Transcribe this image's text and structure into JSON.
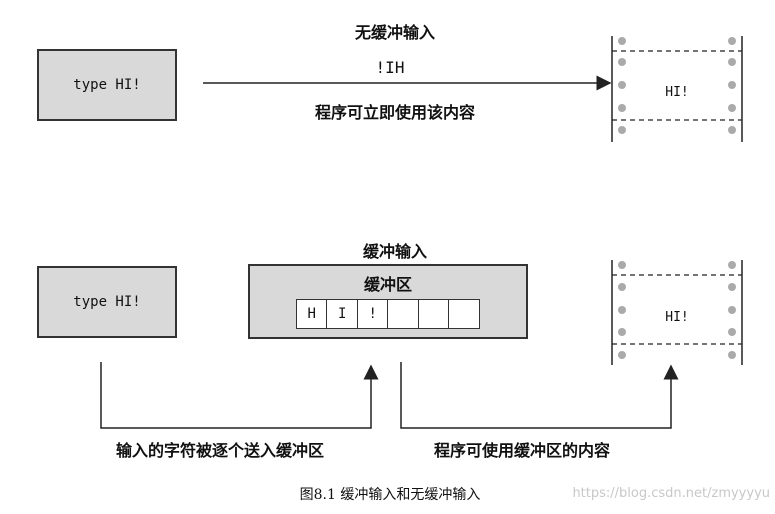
{
  "unbuffered": {
    "title": "无缓冲输入",
    "keyboard_text": "type HI!",
    "transit_text": "!IH",
    "note": "程序可立即使用该内容",
    "screen_text": "HI!"
  },
  "buffered": {
    "title": "缓冲输入",
    "keyboard_text": "type HI!",
    "buffer_label": "缓冲区",
    "buffer_cells": [
      "H",
      "I",
      "!",
      "",
      "",
      ""
    ],
    "screen_text": "HI!",
    "label_send": "输入的字符被逐个送入缓冲区",
    "label_use": "程序可使用缓冲区的内容"
  },
  "caption": "图8.1 缓冲输入和无缓冲输入",
  "watermark": "https://blog.csdn.net/zmyyyyu"
}
